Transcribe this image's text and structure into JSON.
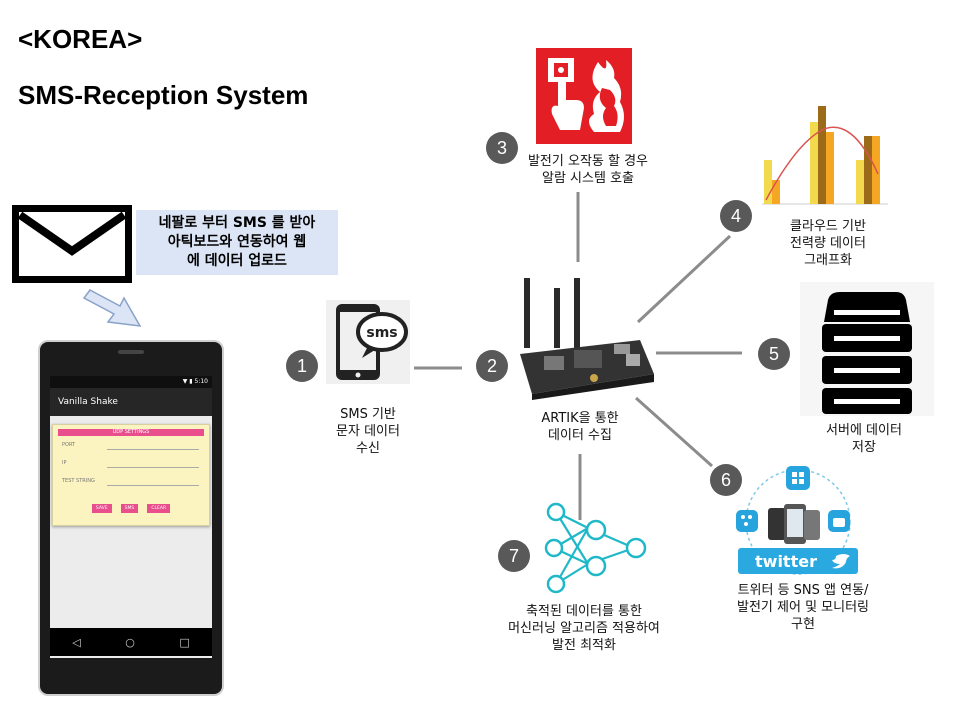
{
  "header": {
    "country": "<KOREA>",
    "title": "SMS-Reception System"
  },
  "note": {
    "lines": [
      "네팔로 부터 SMS 를 받아",
      "아틱보드와 연동하여 웹",
      "에 데이터 업로드"
    ]
  },
  "phone": {
    "status_time": "5:10",
    "app_title": "Vanilla Shake",
    "form_title": "UDP SETTINGS",
    "fields": [
      "PORT",
      "IP",
      "TEST STRING"
    ],
    "buttons": [
      "SAVE",
      "SMS",
      "CLEAR"
    ],
    "nav": [
      "◁",
      "○",
      "□"
    ]
  },
  "sms_icon_text": "sms",
  "twitter_text": "twitter",
  "nodes": {
    "n1": {
      "num": "1",
      "lines": [
        "SMS 기반",
        "문자 데이터",
        "수신"
      ]
    },
    "n2": {
      "num": "2",
      "lines": [
        "ARTIK을 통한",
        "데이터 수집"
      ]
    },
    "n3": {
      "num": "3",
      "lines": [
        "발전기 오작동 할 경우",
        "알람 시스템 호출"
      ]
    },
    "n4": {
      "num": "4",
      "lines": [
        "클라우드 기반",
        "전력량 데이터",
        "그래프화"
      ]
    },
    "n5": {
      "num": "5",
      "lines": [
        "서버에 데이터",
        "저장"
      ]
    },
    "n6": {
      "num": "6",
      "lines": [
        "트위터 등 SNS 앱 연동/",
        "발전기 제어 및 모니터링",
        "구현"
      ]
    },
    "n7": {
      "num": "7",
      "lines": [
        "축적된 데이터를 통한",
        "머신러닝 알고리즘 적용하여",
        "발전 최적화"
      ]
    }
  },
  "colors": {
    "badge": "#595959",
    "connector": "#8c8c8c",
    "note_bg": "#dbe5f5",
    "alarm_red": "#e31e24",
    "neural_teal": "#1fb8c8",
    "form_pink": "#e84f8c",
    "form_yellow": "#fbf3c0",
    "twitter_blue": "#2aa9e0"
  }
}
